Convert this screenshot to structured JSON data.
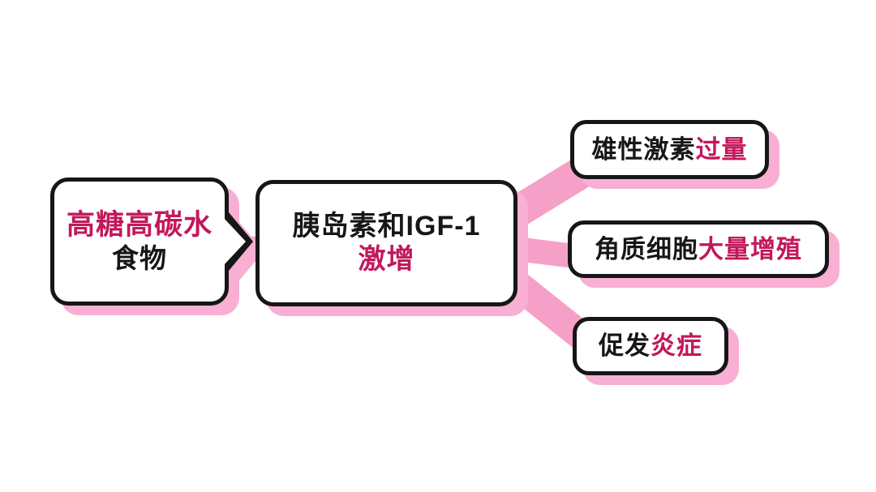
{
  "colors": {
    "accent": "#c2185b",
    "ink": "#161616",
    "band": "#f5a0c7",
    "shadow": "#f8afd3",
    "background": "#ffffff"
  },
  "nodes": {
    "food": {
      "line1": "高糖高碳水",
      "line2": "食物"
    },
    "insulin": {
      "line1": "胰岛素和IGF-1",
      "line2": "激增"
    },
    "androgen": {
      "plain": "雄性激素",
      "emphasis": "过量"
    },
    "keratin": {
      "plain": "角质细胞",
      "emphasis": "大量增殖"
    },
    "inflammation": {
      "plain": "促发",
      "emphasis": "炎症"
    }
  }
}
